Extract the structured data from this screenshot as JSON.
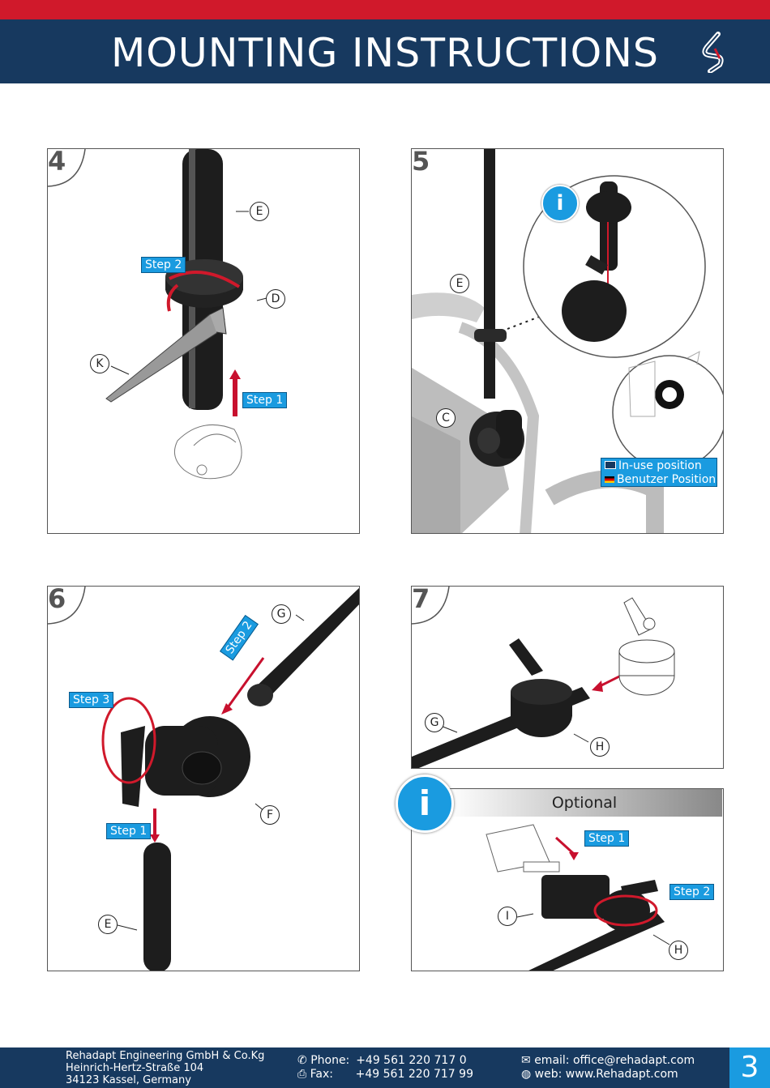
{
  "header": {
    "title": "MOUNTING INSTRUCTIONS",
    "logo": "rehadapt-s-icon",
    "colors": {
      "top_stripe": "#d0192b",
      "banner": "#17395f",
      "accent": "#1a9be0"
    }
  },
  "panels": [
    {
      "number": "4",
      "labels": {
        "step1": "Step 1",
        "step2": "Step 2"
      },
      "callouts": [
        "E",
        "D",
        "K"
      ]
    },
    {
      "number": "5",
      "labels": {
        "info": "i",
        "inuse_en": "In-use position",
        "inuse_de": "Benutzer Position"
      },
      "callouts": [
        "E",
        "C"
      ]
    },
    {
      "number": "6",
      "labels": {
        "step1": "Step 1",
        "step2": "Step 2",
        "step3": "Step 3"
      },
      "callouts": [
        "G",
        "F",
        "E"
      ]
    },
    {
      "number": "7",
      "callouts": [
        "G",
        "H"
      ]
    },
    {
      "optional_title": "Optional",
      "info": "i",
      "labels": {
        "step1": "Step 1",
        "step2": "Step 2"
      },
      "callouts": [
        "I",
        "H"
      ]
    }
  ],
  "footer": {
    "company": "Rehadapt Engineering GmbH & Co.Kg",
    "street": "Heinrich-Hertz-Straße 104",
    "city": "34123 Kassel, Germany",
    "phone_label": "Phone:",
    "phone": "+49 561 220 717 0",
    "fax_label": "Fax:",
    "fax": "+49 561 220 717 99",
    "email": "email: office@rehadapt.com",
    "web": "web: www.Rehadapt.com",
    "page": "3"
  }
}
